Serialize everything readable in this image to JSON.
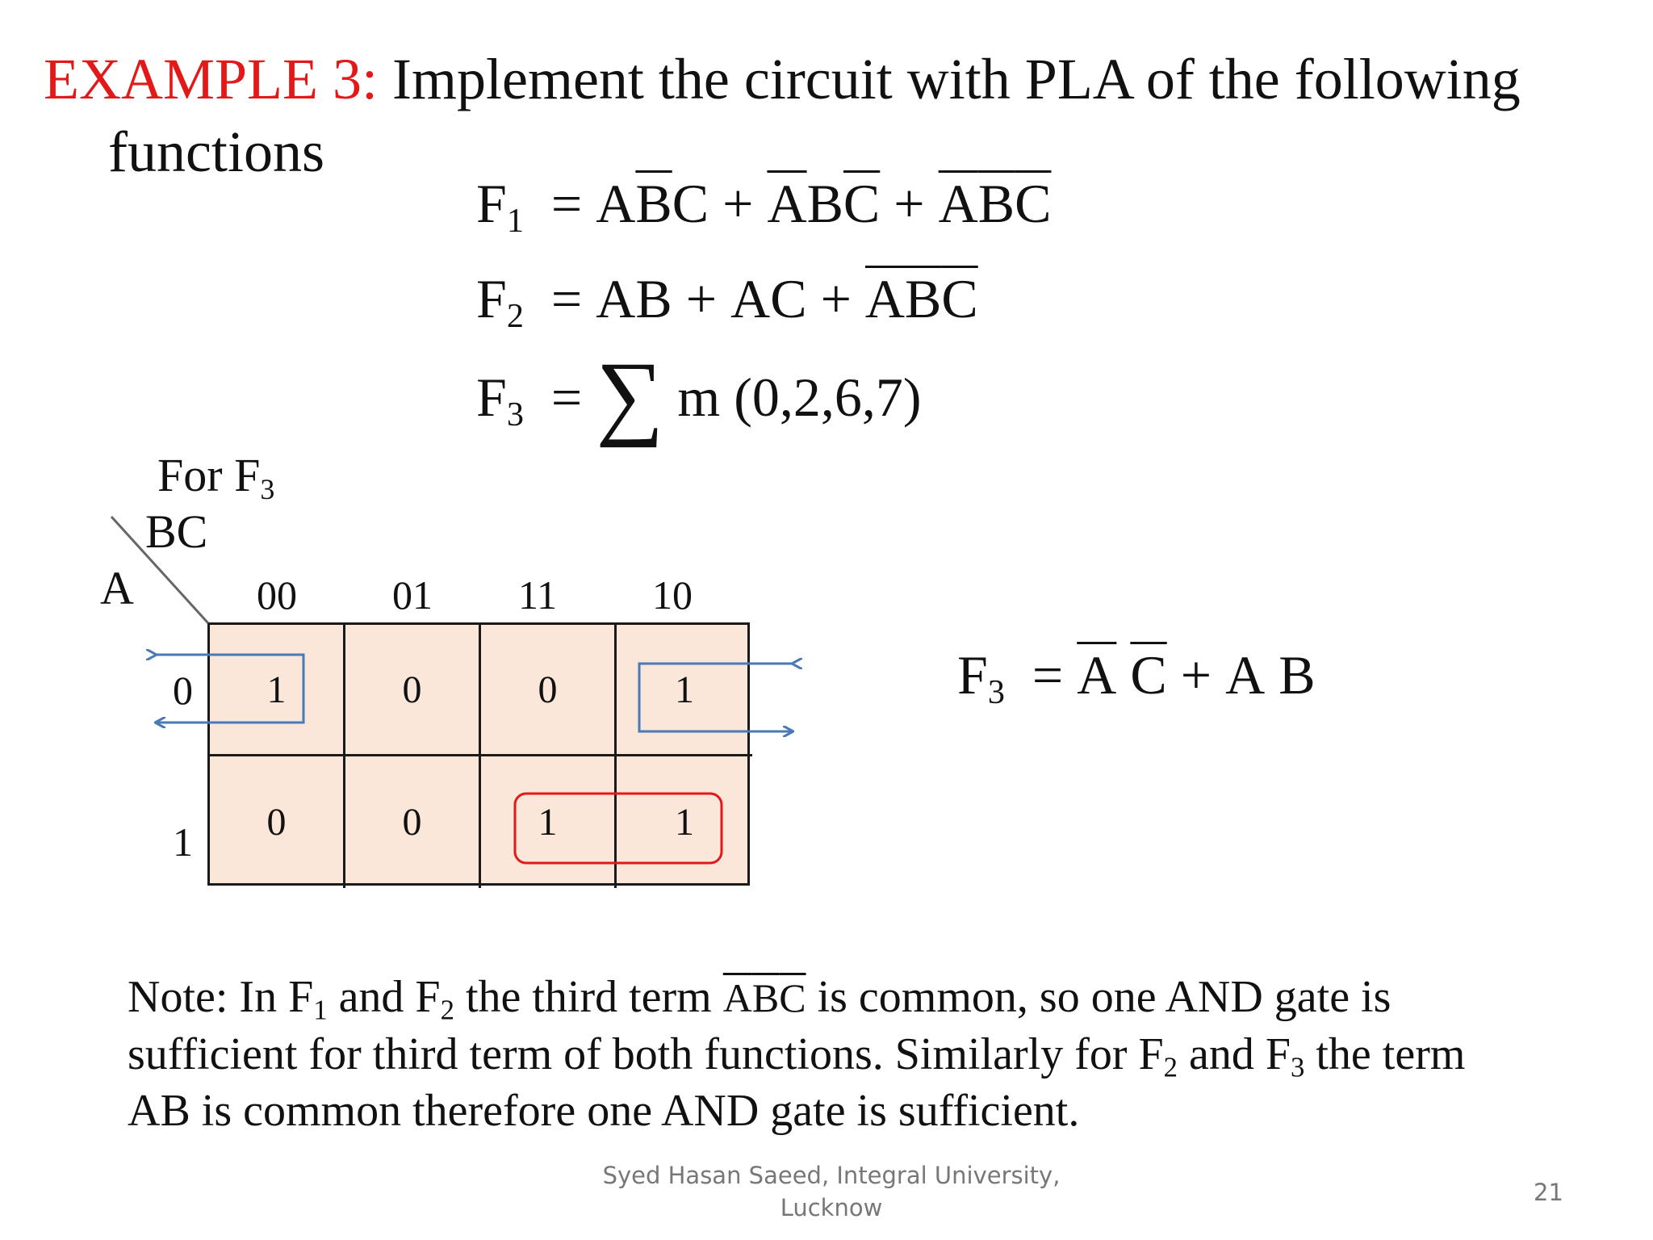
{
  "title": {
    "example_label": "EXAMPLE 3:",
    "text": "Implement the circuit with PLA of the following",
    "continuation": "functions"
  },
  "equations": {
    "f1": {
      "lhs": "F",
      "sub": "1",
      "rhs": [
        [
          "A",
          "B̄",
          "C"
        ],
        [
          "Ā",
          "B",
          "C̄"
        ],
        [
          "Ā",
          "B̄",
          "C̄"
        ]
      ]
    },
    "f2": {
      "lhs": "F",
      "sub": "2",
      "rhs": [
        [
          "AB"
        ],
        [
          "AC"
        ],
        [
          "Ā",
          "B̄",
          "C̄"
        ]
      ]
    },
    "f3": {
      "lhs": "F",
      "sub": "3",
      "sigma": "∑",
      "minterms": "m (0,2,6,7)"
    }
  },
  "kmap": {
    "heading": "For F",
    "heading_sub": "3",
    "corner_col_var": "BC",
    "corner_row_var": "A",
    "columns": [
      "00",
      "01",
      "11",
      "10"
    ],
    "rows": [
      {
        "label": "0",
        "cells": [
          "1",
          "0",
          "0",
          "1"
        ]
      },
      {
        "label": "1",
        "cells": [
          "0",
          "0",
          "1",
          "1"
        ]
      }
    ],
    "group_colors": {
      "wrap_group": "#4a7ab5",
      "pair_group": "#e31919"
    },
    "result": {
      "lhs": "F",
      "sub": "3",
      "rhs": "ĀC̄ + AB"
    }
  },
  "note": {
    "text_part1": "Note: In F",
    "sub1": "1",
    "text_part2": " and F",
    "sub2": "2",
    "text_part3": " the third term ",
    "term": "ĀB̄C̄",
    "text_part4": " is common, so one AND gate is sufficient for third term of both functions. Similarly for F",
    "sub3": "2",
    "text_part5": " and F",
    "sub4": "3",
    "text_part6": " the term AB is common therefore one AND gate is sufficient."
  },
  "footer": {
    "author": "Syed Hasan Saeed, Integral University,",
    "location": "Lucknow",
    "page_number": "21"
  }
}
